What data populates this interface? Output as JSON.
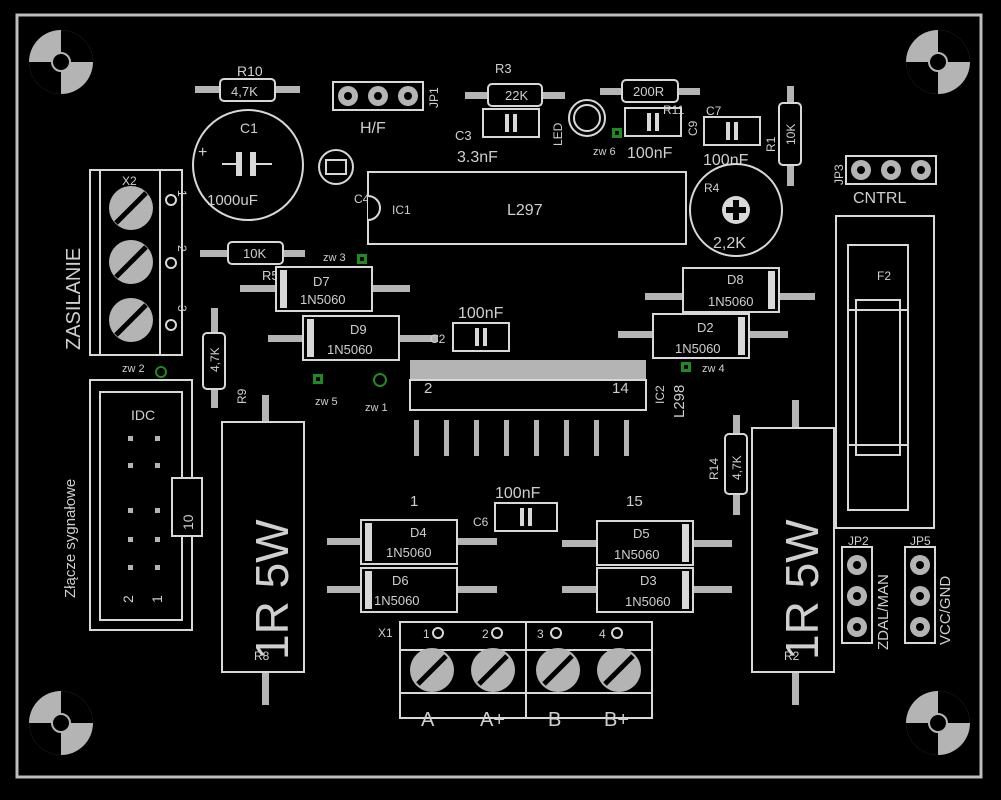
{
  "colors": {
    "background": "#000000",
    "silkscreen": "#d8d8d8",
    "pad": "#b4b4b4",
    "via": "#1f8a1f"
  },
  "board": {
    "labels": {
      "r10_name": "R10",
      "r10_val": "4,7K",
      "r3_name": "R3",
      "r3_val": "22K",
      "r11_name": "R11",
      "r11_val": "200R",
      "r1_name": "R1",
      "r1_val": "10K",
      "r5_name": "R5",
      "r5_val": "10K",
      "r9_name": "R9",
      "r9_val": "4,7K",
      "r14_name": "R14",
      "r14_val": "4,7K",
      "r8_name": "R8",
      "r8_val": "1R 5W",
      "r2_name": "R2",
      "r2_val": "1R 5W",
      "r4_name": "R4",
      "r4_val": "2,2K",
      "c1_name": "C1",
      "c1_val": "1000uF",
      "c3_name": "C3",
      "c3_val": "3.3nF",
      "c9_name": "C9",
      "c9_val": "100nF",
      "c7_name": "C7",
      "c7_val": "100nF",
      "c2_name": "C2",
      "c2_val": "100nF",
      "c6_name": "C6",
      "c6_val": "100nF",
      "c4_name": "C4",
      "ic1_name": "IC1",
      "ic1_val": "L297",
      "ic2_name": "IC2",
      "ic2_val": "L298",
      "ic2_pin2": "2",
      "ic2_pin14": "14",
      "ic2_pin1": "1",
      "ic2_pin15": "15",
      "led_name": "LED",
      "jp1_name": "JP1",
      "jp1_val": "H/F",
      "jp3_name": "JP3",
      "jp3_val": "CNTRL",
      "jp2_name": "JP2",
      "jp2_val": "ZDAL/MAN",
      "jp5_name": "JP5",
      "jp5_val": "VCC/GND",
      "x2_name": "X2",
      "x2_val": "ZASILANIE",
      "x2_pin1": "1",
      "x2_pin2": "2",
      "x2_pin3": "3",
      "idc_name": "IDC",
      "idc_val": "Złącze sygnałowe",
      "idc_pin2": "2",
      "idc_pin1": "1",
      "idc_pin10": "10",
      "f2_name": "F2",
      "x1_name": "X1",
      "x1_pin1": "1",
      "x1_pin2": "2",
      "x1_pin3": "3",
      "x1_pin4": "4",
      "x1_a": "A",
      "x1_aplus": "A+",
      "x1_b": "B",
      "x1_bplus": "B+",
      "diode_part": "1N5060",
      "d7": "D7",
      "d9": "D9",
      "d8": "D8",
      "d2": "D2",
      "d4": "D4",
      "d6": "D6",
      "d5": "D5",
      "d3": "D3",
      "zw1": "zw 1",
      "zw2": "zw 2",
      "zw3": "zw 3",
      "zw4": "zw 4",
      "zw5": "zw 5",
      "zw6": "zw 6"
    }
  }
}
